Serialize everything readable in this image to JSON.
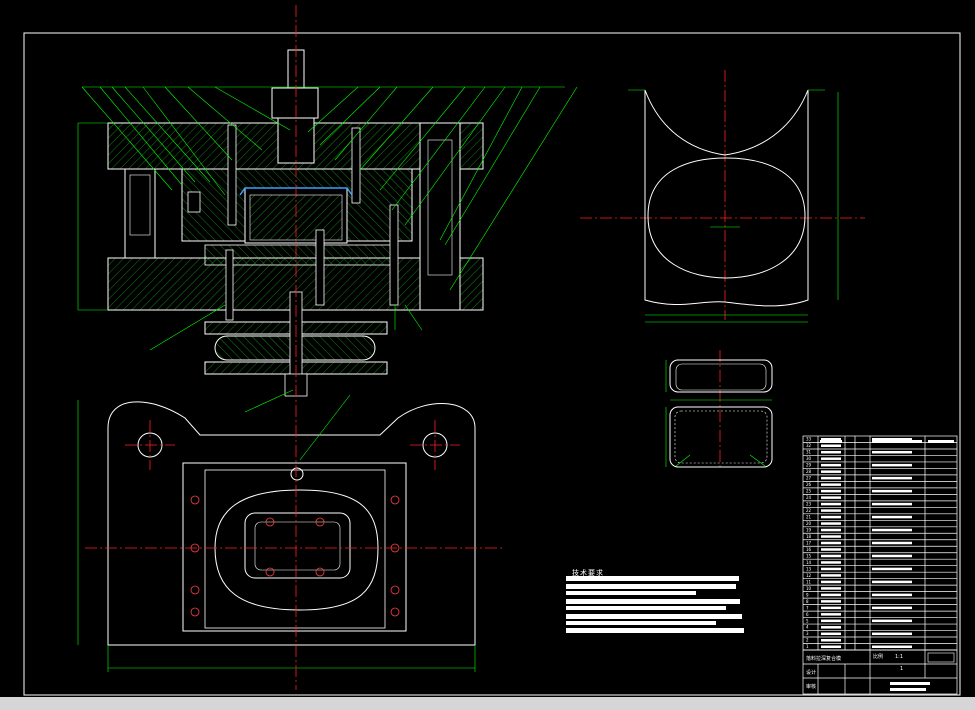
{
  "technical_notes": {
    "title": "技术要求"
  },
  "title_block": {
    "row_labels": [
      "33",
      "32",
      "31",
      "30",
      "29",
      "28",
      "27",
      "26",
      "25",
      "24",
      "23",
      "22",
      "21",
      "20",
      "19",
      "18",
      "17",
      "16",
      "15",
      "14",
      "13",
      "12",
      "11",
      "10",
      "9",
      "8",
      "7",
      "6",
      "5",
      "4",
      "3",
      "2",
      "1"
    ],
    "bottom_left": "落料拉深复合模",
    "scale_label": "比例",
    "scale_value": "1:1",
    "sheet_value": "1",
    "designer_label": "设计",
    "checker_label": "审核"
  },
  "colors": {
    "background": "#000000",
    "outline": "#ffffff",
    "centerline": "#ff2020",
    "dimension": "#00ff00",
    "hatch": "#20ff20",
    "frame": "#ffffff"
  }
}
